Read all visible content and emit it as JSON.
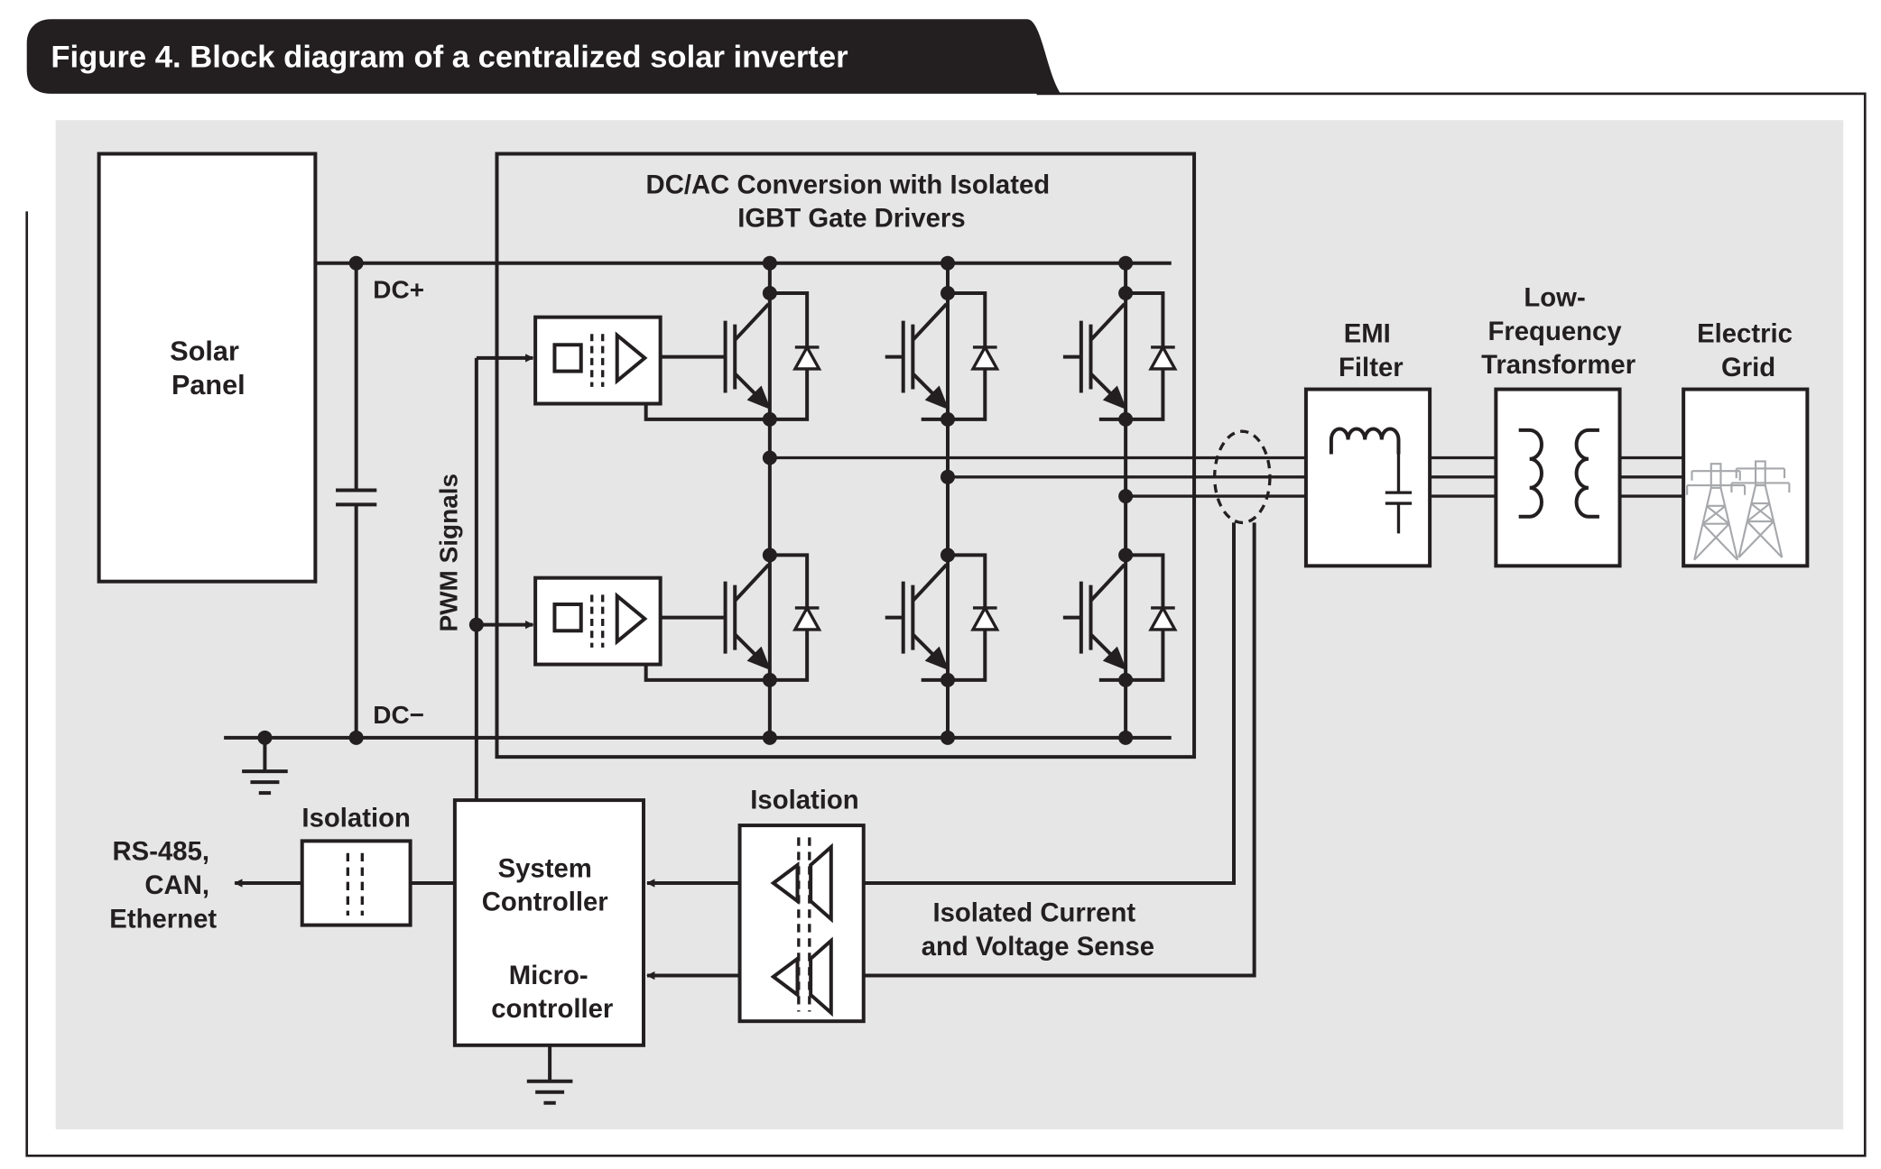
{
  "figure": {
    "title": "Figure 4. Block diagram of a centralized solar inverter"
  },
  "blocks": {
    "solar_panel": [
      "Solar",
      "Panel"
    ],
    "dcac": [
      "DC/AC Conversion with Isolated",
      "IGBT Gate Drivers"
    ],
    "emi_filter": [
      "EMI",
      "Filter"
    ],
    "transformer": [
      "Low-",
      "Frequency",
      "Transformer"
    ],
    "grid": [
      "Electric",
      "Grid"
    ],
    "system_controller": [
      "System",
      "Controller",
      "Micro-",
      "controller"
    ],
    "isolation_left": "Isolation",
    "isolation_right": "Isolation"
  },
  "signals": {
    "dc_plus": "DC+",
    "dc_minus": "DC−",
    "pwm": "PWM Signals",
    "comms": [
      "RS-485,",
      "CAN,",
      "Ethernet"
    ],
    "sense": [
      "Isolated Current",
      "and Voltage Sense"
    ]
  },
  "colors": {
    "title_bar": "#231f20",
    "background_panel": "#e6e6e7",
    "line": "#231f20",
    "block_fill": "#ffffff"
  }
}
